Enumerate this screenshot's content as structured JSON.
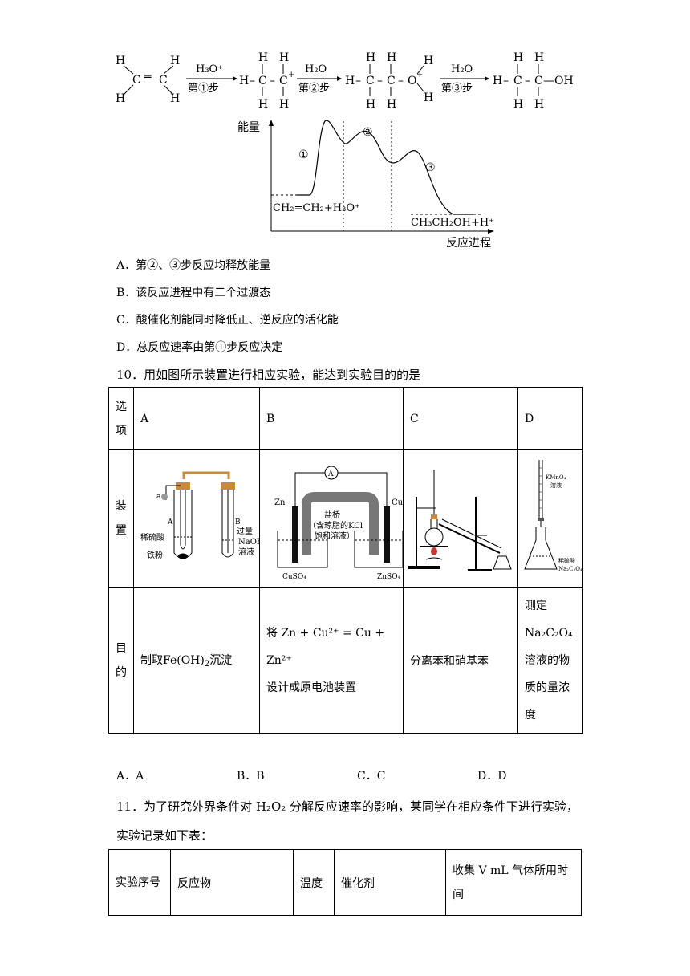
{
  "reaction_scheme": {
    "steps": [
      {
        "reagent": "H₃O⁺",
        "label": "第①步"
      },
      {
        "reagent": "H₂O",
        "label": "第②步"
      },
      {
        "reagent": "H₂O",
        "label": "第③步"
      }
    ],
    "cation1_charge": "+",
    "cation2_charge": "+",
    "product_end": "—OH"
  },
  "energy_diagram": {
    "ylabel": "能量",
    "xlabel": "反应进程",
    "start_label": "CH₂=CH₂+H₃O⁺",
    "end_label": "CH₃CH₂OH+H⁺",
    "step_labels": [
      "①",
      "②",
      "③"
    ]
  },
  "q9_options": [
    "A．第②、③步反应均释放能量",
    "B．该反应进程中有二个过渡态",
    "C．酸催化剂能同时降低正、逆反应的活化能",
    "D．总反应速率由第①步反应决定"
  ],
  "q10": {
    "stem": "10．用如图所示装置进行相应实验，能达到实验目的的是",
    "table": {
      "header_label": "选项",
      "options": [
        "A",
        "B",
        "C",
        "D"
      ],
      "row2_label": "装置",
      "row3_label": "目的",
      "purpose_A_pre": "制取",
      "purpose_A_formula": "Fe(OH)",
      "purpose_A_sub": "2",
      "purpose_A_post": "沉淀",
      "purpose_B_line1": "将 Zn + Cu²⁺ = Cu + Zn²⁺",
      "purpose_B_line2": "设计成原电池装置",
      "purpose_C": "分离苯和硝基苯",
      "purpose_D_lines": [
        "测定",
        "Na₂C₂O₄",
        "溶液的物",
        "质的量浓",
        "度"
      ]
    },
    "apparatus_labels": {
      "A": {
        "a": "a",
        "tube_a": "A",
        "tube_b": "B",
        "acid": "稀硫酸",
        "iron": "铁粉",
        "excess": "过量",
        "naoh": "NaOH",
        "sol": "溶液"
      },
      "B": {
        "ammeter": "A",
        "zn": "Zn",
        "cu": "Cu",
        "bridge1": "盐桥",
        "bridge2": "（含琼脂的KCl",
        "bridge3": "饱和溶液）",
        "cuso4": "CuSO₄",
        "znso4": "ZnSO₄"
      },
      "D": {
        "kmno4": "KMnO₄",
        "sol": "溶液",
        "acid": "稀硫酸",
        "salt": "Na₂C₂O₄"
      }
    },
    "answers": [
      "A．A",
      "B．B",
      "C．C",
      "D．D"
    ]
  },
  "q11": {
    "stem_line1": "11．为了研究外界条件对 H₂O₂ 分解反应速率的影响，某同学在相应条件下进行实验，",
    "stem_line2": "实验记录如下表：",
    "headers": [
      "实验序号",
      "反应物",
      "温度",
      "催化剂",
      "收集 V mL 气体所用时间"
    ]
  }
}
